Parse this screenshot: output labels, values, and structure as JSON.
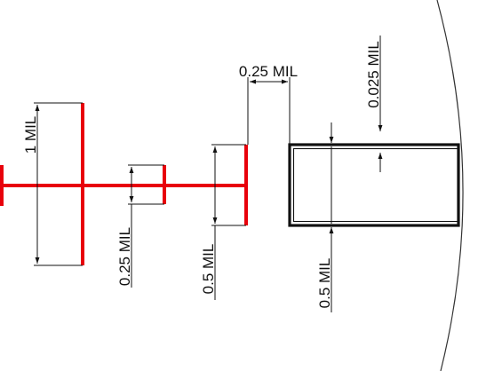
{
  "labels": {
    "one_mil": "1 MIL",
    "quarter_mil_left": "0.25 MIL",
    "half_mil_left": "0.5 MIL",
    "quarter_mil_top": "0.25 MIL",
    "hundredth_mil": "0.025 MIL",
    "half_mil_right": "0.5 MIL"
  },
  "colors": {
    "reticle": "#e8000b",
    "dimension": "#111111",
    "target_box": "#111111",
    "scope_edge": "#333333"
  }
}
